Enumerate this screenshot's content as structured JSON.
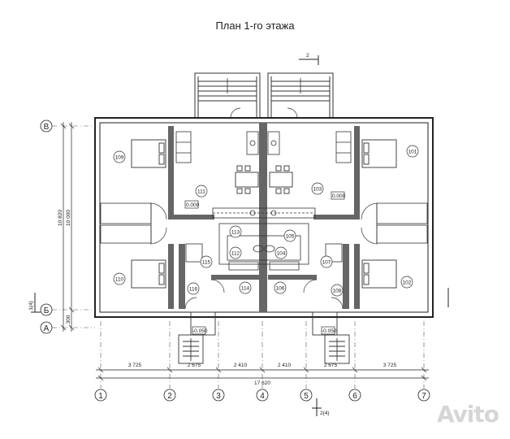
{
  "title": "План 1-го этажа",
  "axes_vertical": [
    "1",
    "2",
    "3",
    "4",
    "5",
    "6",
    "7"
  ],
  "axes_horizontal": [
    "В",
    "Б",
    "А"
  ],
  "dims_top_segments": [
    "3 725",
    "2 675",
    "2 410",
    "2 410",
    "2 675",
    "3 725"
  ],
  "dims_total": "17 620",
  "dims_vertical": [
    "10 820",
    "10 000",
    "300"
  ],
  "section_marks": [
    "2",
    "2(4)",
    "1(4)"
  ],
  "elevations": [
    "0.000",
    "0.000",
    "-0.050",
    "-0.050"
  ],
  "rooms": [
    "109",
    "111",
    "103",
    "101",
    "113",
    "105",
    "112",
    "104",
    "110",
    "115",
    "107",
    "102",
    "116",
    "114",
    "106",
    "108"
  ],
  "watermark": "Avito"
}
